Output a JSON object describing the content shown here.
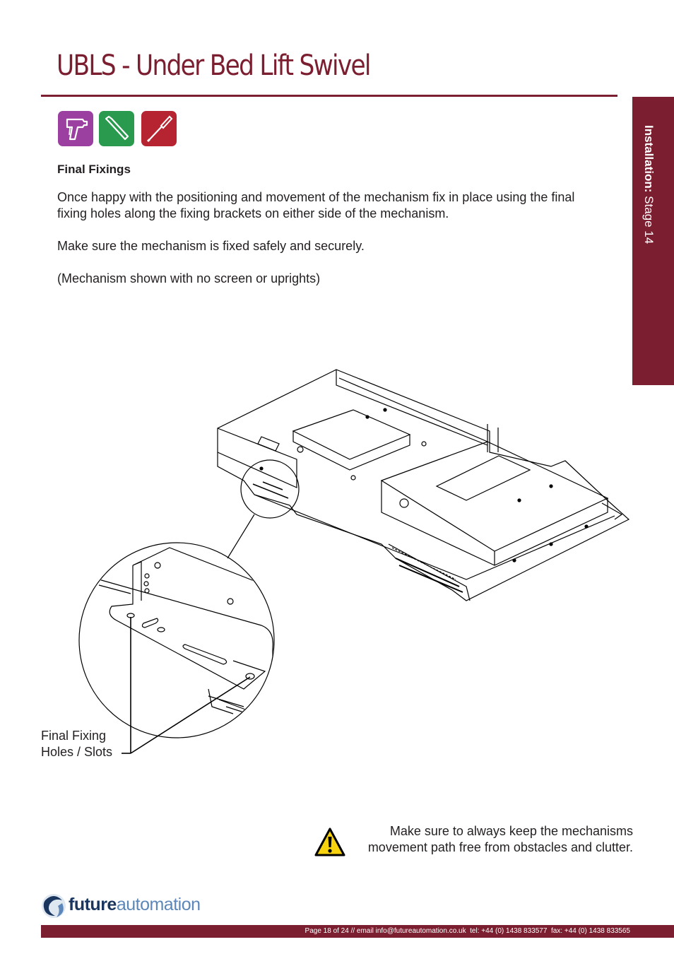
{
  "header": {
    "title": "UBLS - Under Bed Lift Swivel"
  },
  "side_tab": {
    "bold": "Installation:",
    "normal": " Stage 14"
  },
  "tools": [
    {
      "icon": "drill-icon",
      "color": "#9b3fa0"
    },
    {
      "icon": "allen-key-icon",
      "color": "#2a9a4f"
    },
    {
      "icon": "screwdriver-icon",
      "color": "#b52430"
    }
  ],
  "content": {
    "heading": "Final Fixings",
    "paragraph1": "Once happy with the positioning and movement of the mechanism fix in place using the final fixing holes along the fixing brackets on either side of the mechanism.",
    "paragraph2": "Make sure the mechanism is fixed safely and securely.",
    "paragraph3": "(Mechanism shown with no screen or uprights)"
  },
  "diagram": {
    "callout_line1": "Final Fixing",
    "callout_line2": "Holes / Slots"
  },
  "warning": {
    "icon": "warning-triangle-icon",
    "line1": "Make sure to always keep the mechanisms",
    "line2": "movement path free from obstacles and clutter."
  },
  "logo": {
    "part1": "future",
    "part2": "automation"
  },
  "footer": {
    "text": "Page 18 of 24 // email info@futureautomation.co.uk  tel: +44 (0) 1438 833577  fax: +44 (0) 1438 833565"
  },
  "colors": {
    "brand": "#7b1e30",
    "drill": "#9b3fa0",
    "allen": "#2a9a4f",
    "screwdriver": "#b52430"
  }
}
